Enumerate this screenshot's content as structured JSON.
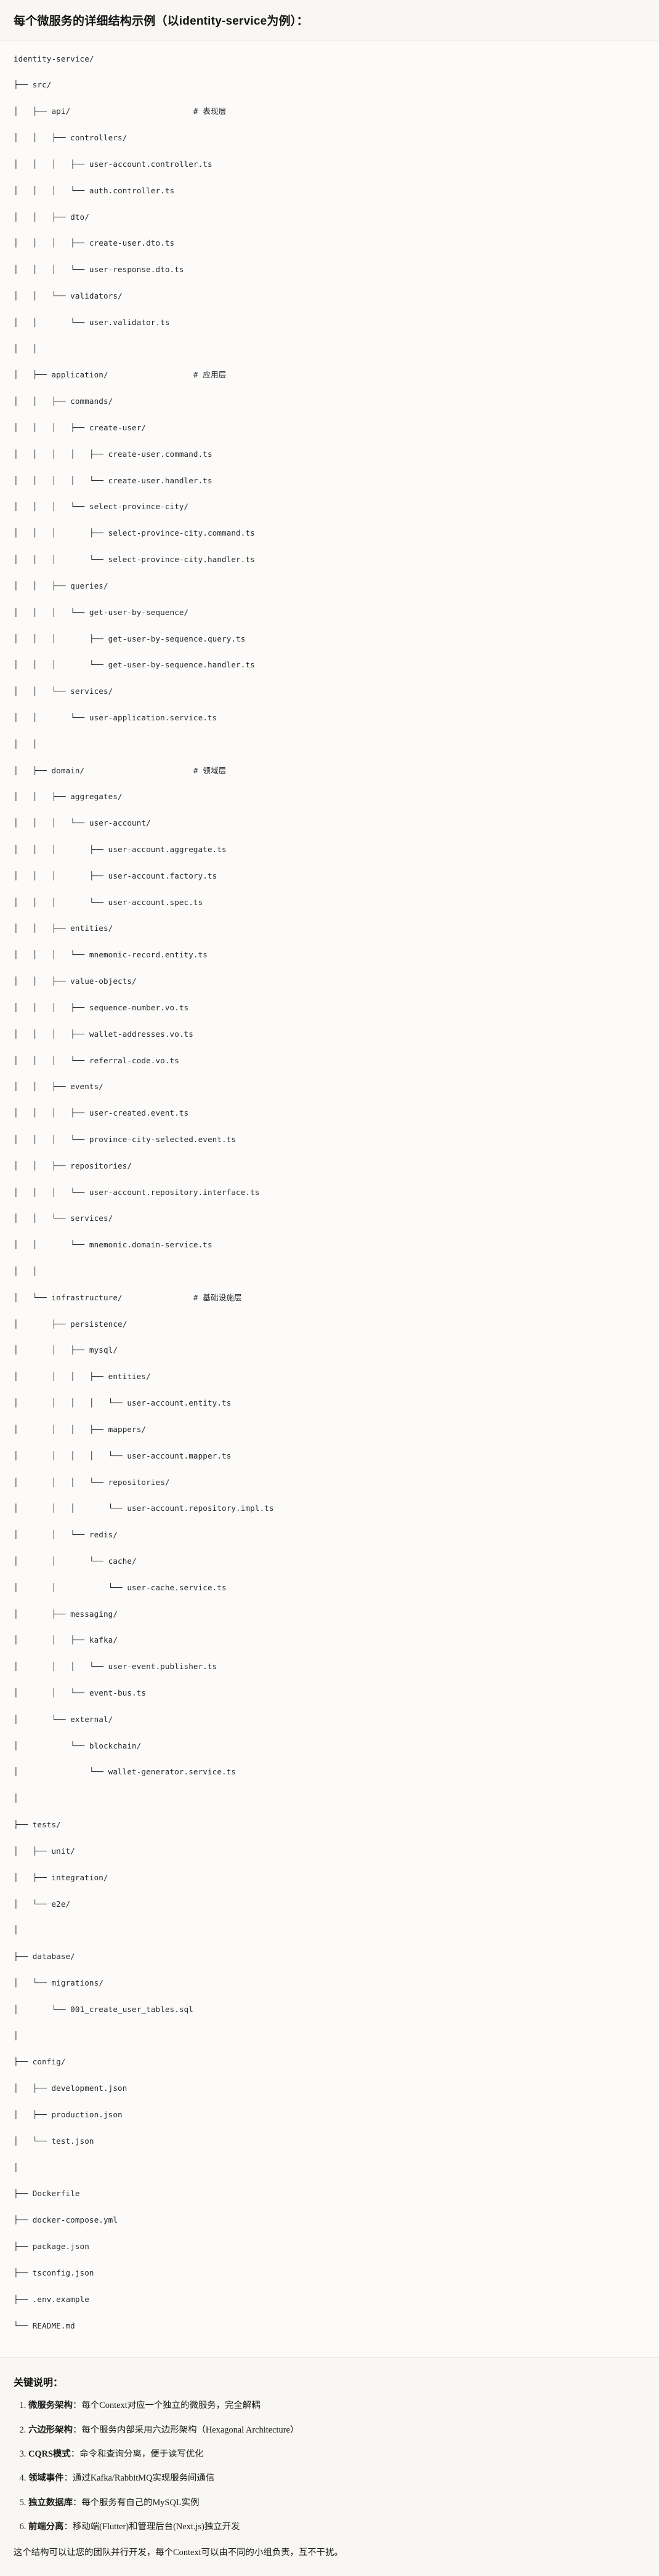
{
  "header": {
    "title": "每个微服务的详细结构示例（以identity-service为例）："
  },
  "tree": {
    "lines": [
      "identity-service/",
      "├── src/",
      "│   ├── api/                          # 表现层",
      "│   │   ├── controllers/",
      "│   │   │   ├── user-account.controller.ts",
      "│   │   │   └── auth.controller.ts",
      "│   │   ├── dto/",
      "│   │   │   ├── create-user.dto.ts",
      "│   │   │   └── user-response.dto.ts",
      "│   │   └── validators/",
      "│   │       └── user.validator.ts",
      "│   │",
      "│   ├── application/                  # 应用层",
      "│   │   ├── commands/",
      "│   │   │   ├── create-user/",
      "│   │   │   │   ├── create-user.command.ts",
      "│   │   │   │   └── create-user.handler.ts",
      "│   │   │   └── select-province-city/",
      "│   │   │       ├── select-province-city.command.ts",
      "│   │   │       └── select-province-city.handler.ts",
      "│   │   ├── queries/",
      "│   │   │   └── get-user-by-sequence/",
      "│   │   │       ├── get-user-by-sequence.query.ts",
      "│   │   │       └── get-user-by-sequence.handler.ts",
      "│   │   └── services/",
      "│   │       └── user-application.service.ts",
      "│   │",
      "│   ├── domain/                       # 领域层",
      "│   │   ├── aggregates/",
      "│   │   │   └── user-account/",
      "│   │   │       ├── user-account.aggregate.ts",
      "│   │   │       ├── user-account.factory.ts",
      "│   │   │       └── user-account.spec.ts",
      "│   │   ├── entities/",
      "│   │   │   └── mnemonic-record.entity.ts",
      "│   │   ├── value-objects/",
      "│   │   │   ├── sequence-number.vo.ts",
      "│   │   │   ├── wallet-addresses.vo.ts",
      "│   │   │   └── referral-code.vo.ts",
      "│   │   ├── events/",
      "│   │   │   ├── user-created.event.ts",
      "│   │   │   └── province-city-selected.event.ts",
      "│   │   ├── repositories/",
      "│   │   │   └── user-account.repository.interface.ts",
      "│   │   └── services/",
      "│   │       └── mnemonic.domain-service.ts",
      "│   │",
      "│   └── infrastructure/               # 基础设施层",
      "│       ├── persistence/",
      "│       │   ├── mysql/",
      "│       │   │   ├── entities/",
      "│       │   │   │   └── user-account.entity.ts",
      "│       │   │   ├── mappers/",
      "│       │   │   │   └── user-account.mapper.ts",
      "│       │   │   └── repositories/",
      "│       │   │       └── user-account.repository.impl.ts",
      "│       │   └── redis/",
      "│       │       └── cache/",
      "│       │           └── user-cache.service.ts",
      "│       ├── messaging/",
      "│       │   ├── kafka/",
      "│       │   │   └── user-event.publisher.ts",
      "│       │   └── event-bus.ts",
      "│       └── external/",
      "│           └── blockchain/",
      "│               └── wallet-generator.service.ts",
      "│",
      "├── tests/",
      "│   ├── unit/",
      "│   ├── integration/",
      "│   └── e2e/",
      "│",
      "├── database/",
      "│   └── migrations/",
      "│       └── 001_create_user_tables.sql",
      "│",
      "├── config/",
      "│   ├── development.json",
      "│   ├── production.json",
      "│   └── test.json",
      "│",
      "├── Dockerfile",
      "├── docker-compose.yml",
      "├── package.json",
      "├── tsconfig.json",
      "├── .env.example",
      "└── README.md"
    ]
  },
  "notes": {
    "title": "关键说明：",
    "items": [
      {
        "term": "微服务架构",
        "sep": "：",
        "body": "每个Context对应一个独立的微服务，完全解耦"
      },
      {
        "term": "六边形架构",
        "sep": "：",
        "body": "每个服务内部采用六边形架构（Hexagonal Architecture）"
      },
      {
        "term": "CQRS模式",
        "sep": "：",
        "body": "命令和查询分离，便于读写优化"
      },
      {
        "term": "领域事件",
        "sep": "：",
        "body": "通过Kafka/RabbitMQ实现服务间通信"
      },
      {
        "term": "独立数据库",
        "sep": "：",
        "body": "每个服务有自己的MySQL实例"
      },
      {
        "term": "前端分离",
        "sep": "：",
        "body": "移动端(Flutter)和管理后台(Next.js)独立开发"
      }
    ],
    "closing": "这个结构可以让您的团队并行开发，每个Context可以由不同的小组负责，互不干扰。"
  }
}
